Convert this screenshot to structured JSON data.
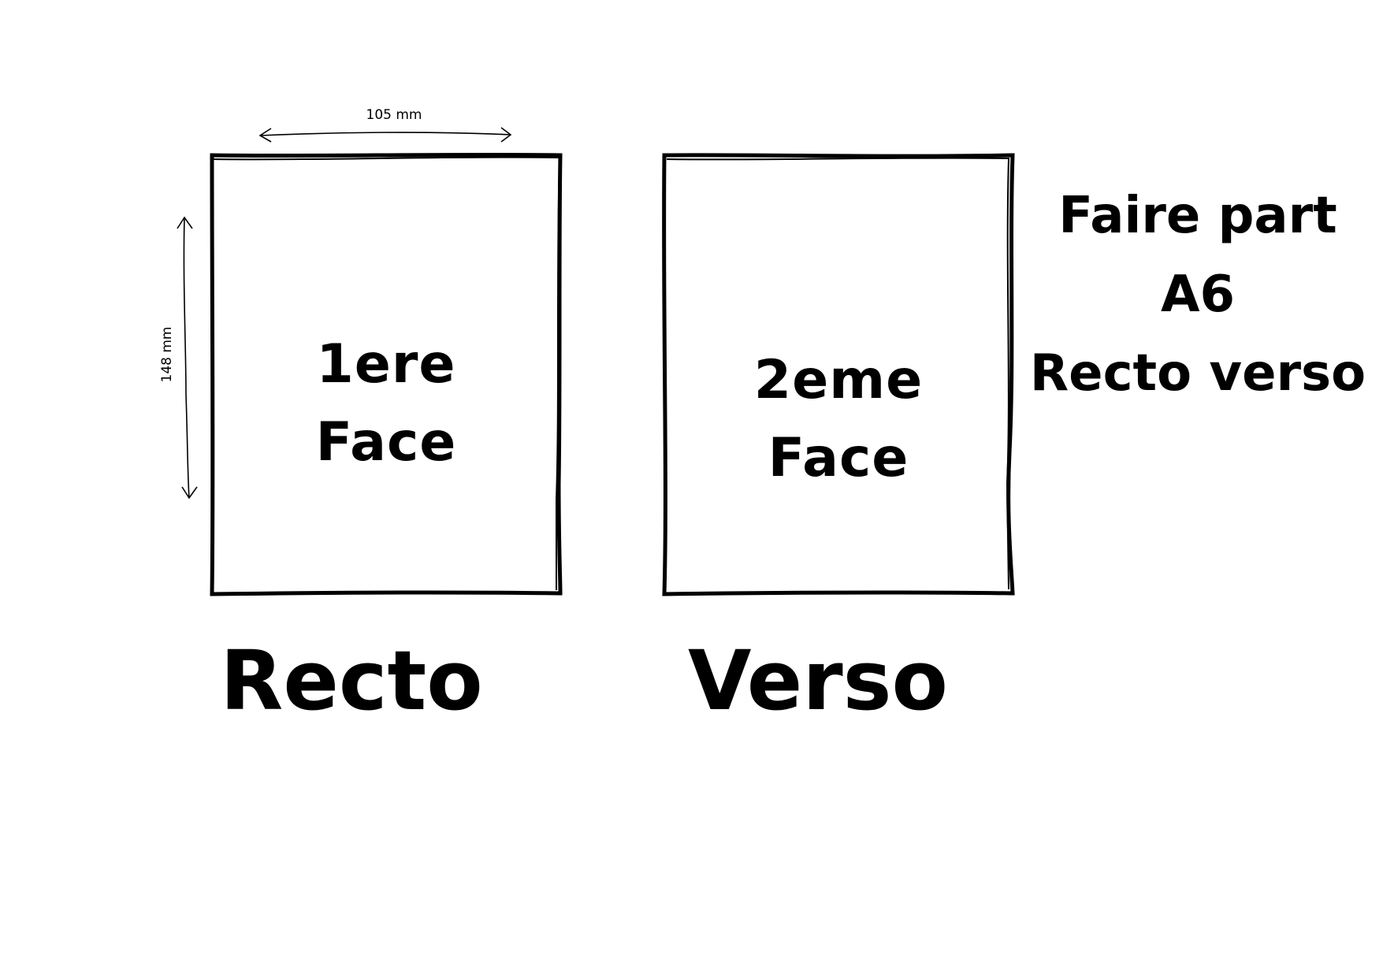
{
  "recto": {
    "face_lines": [
      "1ere",
      "Face"
    ],
    "label": "Recto"
  },
  "verso": {
    "face_lines": [
      "2eme",
      "Face"
    ],
    "label": "Verso"
  },
  "dimensions": {
    "width_label": "105 mm",
    "height_label": "148 mm"
  },
  "info": {
    "lines": [
      "Faire part",
      "A6",
      "Recto verso"
    ]
  }
}
